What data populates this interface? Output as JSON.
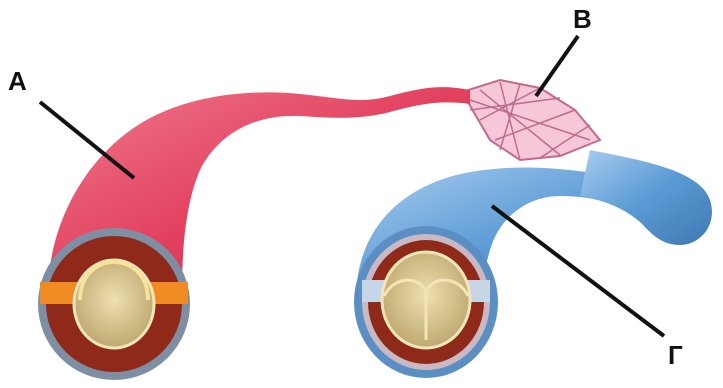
{
  "labels": {
    "a": "А",
    "b": "В",
    "g": "Г"
  },
  "colors": {
    "artery": "#e2415e",
    "vein": "#5b9bd5",
    "capillary": "#c06b8e",
    "vessel_wall": "#8f2a1a",
    "lumen": "#d8c48c",
    "valve_band": "#f08a22",
    "leader_line": "#111111"
  }
}
